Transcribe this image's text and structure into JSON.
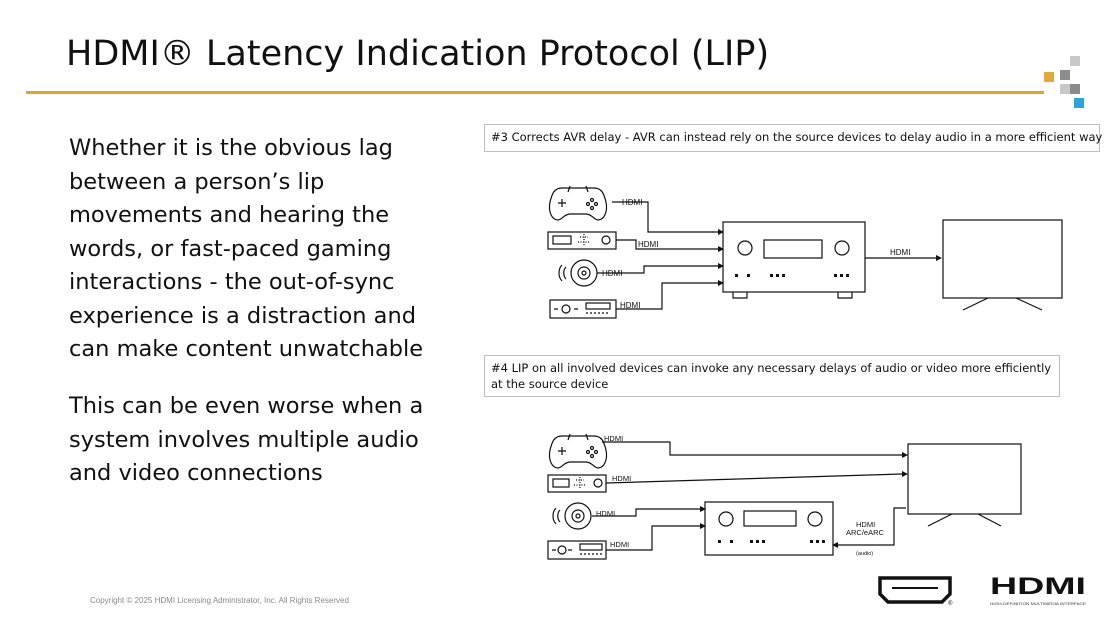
{
  "slide": {
    "title": "HDMI® Latency Indication Protocol (LIP)",
    "paragraph_1": "Whether it is the obvious lag between a person’s lip movements and hearing the words, or fast-paced gaming interactions - the out-of-sync experience is a distraction and can make content unwatchable",
    "paragraph_2": "This can be even worse when a system involves multiple audio and video connections",
    "copyright": "Copyright © 2025 HDMI Licensing Administrator, Inc.  All Rights Reserved"
  },
  "diagram_top": {
    "caption": "#3 Corrects AVR delay - AVR can instead rely on the source devices to delay audio in a more efficient way",
    "link_labels": [
      "HDMI",
      "HDMI",
      "HDMI",
      "HDMI"
    ],
    "output_label": "HDMI"
  },
  "diagram_bottom": {
    "caption": "#4 LIP on all involved devices can invoke any necessary delays of audio or video more efficiently at the source device",
    "link_labels": [
      "HDMI",
      "HDMI",
      "HDMI",
      "HDMI"
    ],
    "arc_label_line1": "HDMI",
    "arc_label_line2": "ARC/eARC",
    "audio_label": "(audio)"
  },
  "brand": {
    "wordmark": "HDMI",
    "tagline": "HIGH-DEFINITION MULTIMEDIA INTERFACE",
    "registered": "®"
  },
  "colors": {
    "accent_gold": "#d9aa28",
    "logo_gray": "#8c8c8c",
    "logo_light_gray": "#c8c8c8",
    "logo_blue": "#2aa3de"
  },
  "icons": [
    "game-controller-icon",
    "set-top-box-icon",
    "disc-player-icon",
    "receiver-icon",
    "avr-icon",
    "tv-icon",
    "hdmi-connector-icon"
  ]
}
